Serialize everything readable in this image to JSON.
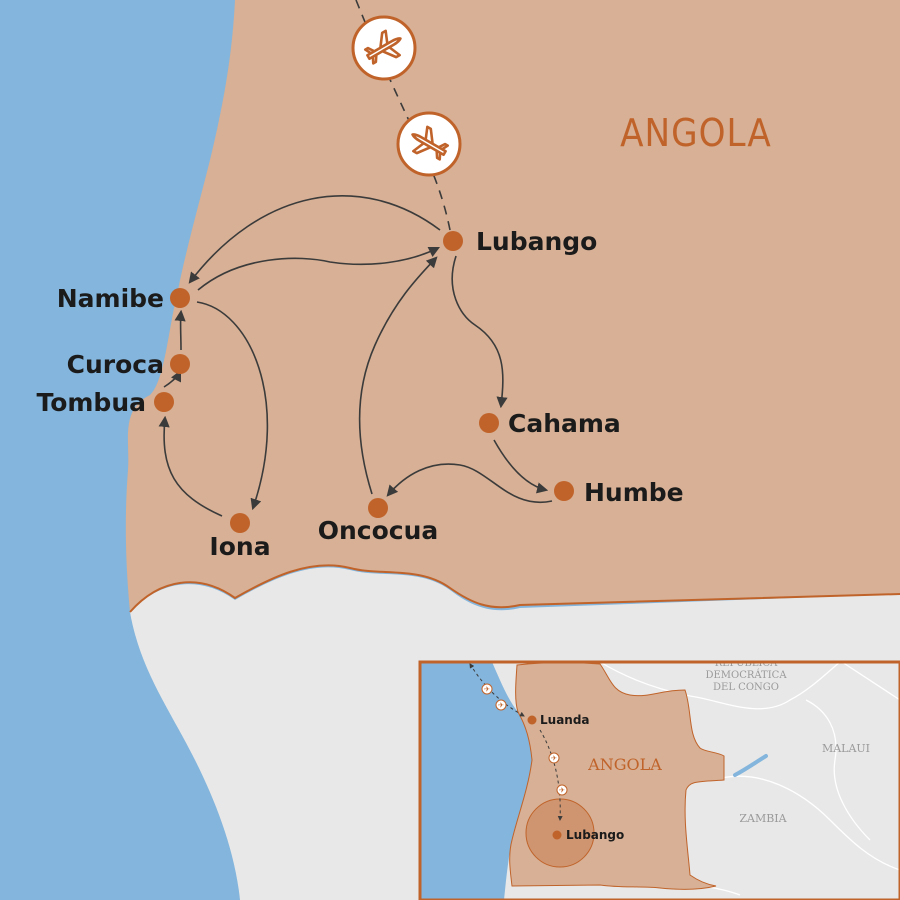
{
  "main_map": {
    "country_label": "ANGOLA",
    "cities": [
      {
        "id": "lubango",
        "name": "Lubango"
      },
      {
        "id": "namibe",
        "name": "Namibe"
      },
      {
        "id": "curoca",
        "name": "Curoca"
      },
      {
        "id": "tombua",
        "name": "Tombua"
      },
      {
        "id": "iona",
        "name": "Iona"
      },
      {
        "id": "oncocua",
        "name": "Oncocua"
      },
      {
        "id": "cahama",
        "name": "Cahama"
      },
      {
        "id": "humbe",
        "name": "Humbe"
      }
    ],
    "route": [
      [
        "lubango",
        "namibe"
      ],
      [
        "namibe",
        "lubango"
      ],
      [
        "namibe",
        "iona"
      ],
      [
        "iona",
        "tombua"
      ],
      [
        "tombua",
        "curoca"
      ],
      [
        "curoca",
        "namibe"
      ],
      [
        "lubango",
        "cahama"
      ],
      [
        "cahama",
        "humbe"
      ],
      [
        "humbe",
        "oncocua"
      ],
      [
        "oncocua",
        "lubango"
      ]
    ],
    "flight_icons": [
      "airplane-icon",
      "airplane-icon"
    ]
  },
  "inset_map": {
    "country_label": "ANGOLA",
    "cities": [
      {
        "id": "luanda",
        "name": "Luanda"
      },
      {
        "id": "lubango",
        "name": "Lubango"
      }
    ],
    "neighbors": [
      {
        "id": "drc",
        "lines": [
          "REPÚBLICA",
          "DEMOCRÁTICA",
          "DEL CONGO"
        ]
      },
      {
        "id": "malawi",
        "lines": [
          "MALAUI"
        ]
      },
      {
        "id": "zambia",
        "lines": [
          "ZAMBIA"
        ]
      }
    ]
  },
  "colors": {
    "sea": "#84b5dc",
    "land_angola": "#d7b095",
    "land_other": "#e8e8e8",
    "border": "#c0632a",
    "city_dot": "#c0632a",
    "route_line": "#3b3b3b",
    "accent": "#c0632a"
  }
}
